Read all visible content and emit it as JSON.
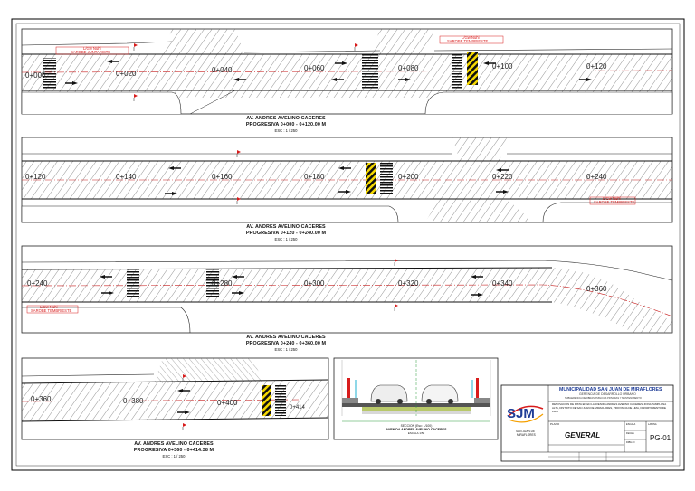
{
  "sheet_1": {
    "stations": [
      "0+000",
      "0+020",
      "0+040",
      "0+060",
      "0+080",
      "0+100",
      "0+120"
    ],
    "notes": [
      "L/Gw Nuhi",
      "SAROBE JUNTARISTE",
      "L/Gw Nuhi",
      "SAROBE TEMBRIESTE"
    ],
    "caption_title": "AV. ANDRES AVELINO CACERES",
    "caption_range": "PROGRESIVA 0+000 - 0+120.00 M",
    "caption_scale": "ESC : 1 / 250"
  },
  "sheet_2": {
    "stations": [
      "0+120",
      "0+140",
      "0+160",
      "0+180",
      "0+200",
      "0+220",
      "0+240"
    ],
    "notes": [
      "L/Gw Nuhi",
      "SAROBE TEMBRIESTE"
    ],
    "caption_title": "AV. ANDRES AVELINO CACERES",
    "caption_range": "PROGRESIVA 0+120 - 0+240.00 M",
    "caption_scale": "ESC : 1 / 250"
  },
  "sheet_3": {
    "stations": [
      "0+240",
      "0+280",
      "0+300",
      "0+320",
      "0+340",
      "0+360"
    ],
    "notes": [
      "L/Gw Nuhi",
      "SAROBE TEMBRIESTE"
    ],
    "caption_title": "AV. ANDRES AVELINO CACERES",
    "caption_range": "PROGRESIVA 0+240 - 0+360.00 M",
    "caption_scale": "ESC : 1 / 250"
  },
  "sheet_4": {
    "stations": [
      "0+360",
      "0+380",
      "0+400",
      "0+414"
    ],
    "caption_title": "AV. ANDRES AVELINO CACERES",
    "caption_range": "PROGRESIVA 0+360 - 0+414.38 M",
    "caption_scale": "ESC : 1 / 250"
  },
  "section": {
    "caption_1": "SECCION (Esc: 1/100)",
    "caption_2": "AVENIDA ANDRES AVELINO CACERES",
    "caption_3": "ESCALA 1/50"
  },
  "title_block": {
    "logo_text": "SJM",
    "logo_sub_1": "SAN JUAN DE",
    "logo_sub_2": "MIRAFLORES",
    "municipality": "MUNICIPALIDAD SAN JUAN DE MIRAFLORES",
    "department": "GERENCIA DE DESARROLLO URBANO",
    "subdepartment": "SUBGERENCIA DE OBRAS PUBLICAS PRIVADAS Y MANTENIMIENTO",
    "project_text": "RENOVACION DE PISTA EN EN LA AVENIDA ANDRES AVELINO CACERES, ZONA PAMPLONA ALTA, DISTRITO DE SAN JUAN DE MIRAFLORES, PROVINCIA DE LIMA, DEPARTAMENTO DE LIMA",
    "plan_label": "PLANO",
    "plan_name": "GENERAL",
    "sheet_number": "PG-01",
    "field_labels": [
      "LAMINA",
      "ESCALA",
      "FECHA",
      "DIBUJO"
    ]
  },
  "colors": {
    "hatch": "#555555",
    "centerline": "#c81e1e",
    "yellow_marking": "#f5d800",
    "note_red": "#d81c1c",
    "sheet_border": "#000000",
    "cyan_pole": "#8fd8e8",
    "blue_title": "#1e3c96"
  }
}
